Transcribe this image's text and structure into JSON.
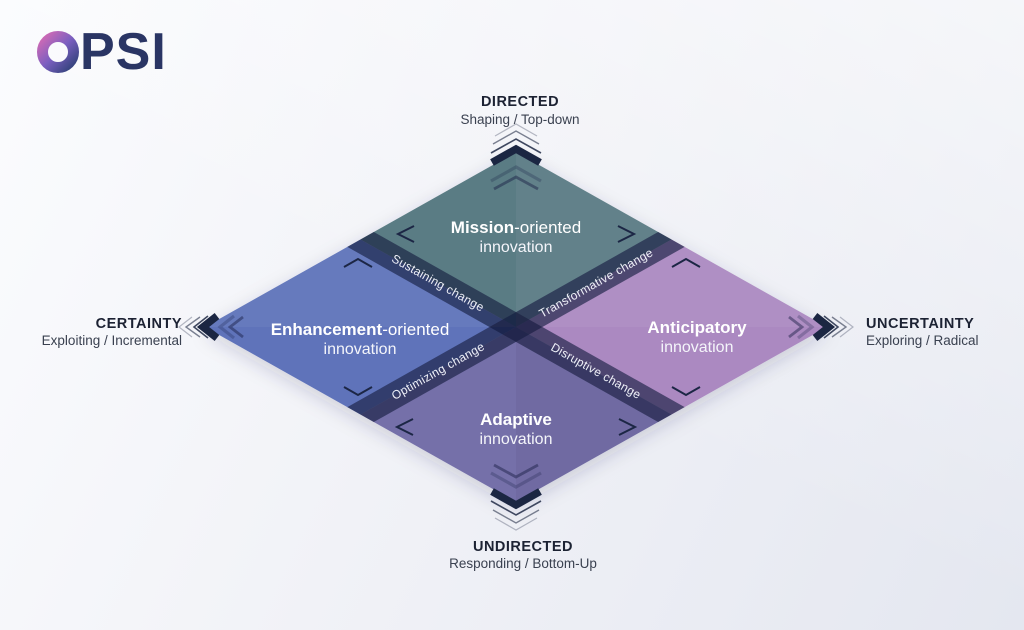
{
  "logo": {
    "text": "OPSI",
    "rest": "PSI"
  },
  "axes": {
    "top": {
      "label": "DIRECTED",
      "sub": "Shaping / Top-down"
    },
    "bottom": {
      "label": "UNDIRECTED",
      "sub": "Responding / Bottom-Up"
    },
    "left": {
      "label": "CERTAINTY",
      "sub": "Exploiting / Incremental"
    },
    "right": {
      "label": "UNCERTAINTY",
      "sub": "Exploring / Radical"
    }
  },
  "quadrants": {
    "mission": {
      "bold": "Mission",
      "rest": "-oriented",
      "line2": "innovation",
      "color": "#5a7b84"
    },
    "enhancement": {
      "bold": "Enhancement",
      "rest": "-oriented",
      "line2": "innovation",
      "color": "#5e73ba"
    },
    "anticipatory": {
      "bold": "Anticipatory",
      "rest": "",
      "line2": "innovation",
      "color": "#ab89c1"
    },
    "adaptive": {
      "bold": "Adaptive",
      "rest": "",
      "line2": "innovation",
      "color": "#7570a9"
    }
  },
  "ribbons": {
    "sustaining": "Sustaining change",
    "transformative": "Transformative change",
    "optimizing": "Optimizing change",
    "disruptive": "Disruptive change"
  },
  "colors": {
    "band": "#161c40",
    "tip_cap": "#1b2642",
    "corner_tick": "#1d2845",
    "axis_label": "#1c2233",
    "axis_sublabel": "#3a4150",
    "logo_text": "#2a3564",
    "logo_o_start": "#d06ab5",
    "logo_o_mid": "#7b5fc0",
    "logo_o_end": "#33427c"
  }
}
